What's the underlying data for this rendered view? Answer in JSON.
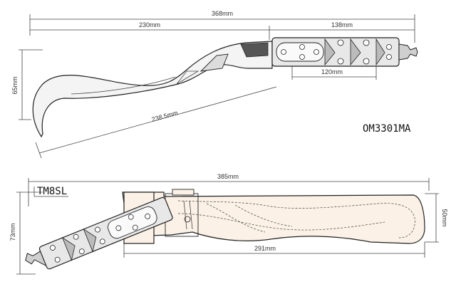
{
  "top_drawing": {
    "model_code": "OM3301MA",
    "dimensions": {
      "overall_length": "368mm",
      "blade_length": "230mm",
      "handle_length": "138mm",
      "grip_length": "120mm",
      "height": "65mm",
      "edge_length": "238.5mm"
    }
  },
  "bottom_drawing": {
    "model_code": "TM8SL",
    "dimensions": {
      "overall_length": "385mm",
      "blade_length": "291mm",
      "height": "73mm",
      "blade_height": "50mm"
    }
  },
  "colors": {
    "line": "#222222",
    "blade_fill": "#f4f4f4",
    "handle_fill": "#e8e8e8",
    "sheath_fill": "#fbf1e6"
  }
}
